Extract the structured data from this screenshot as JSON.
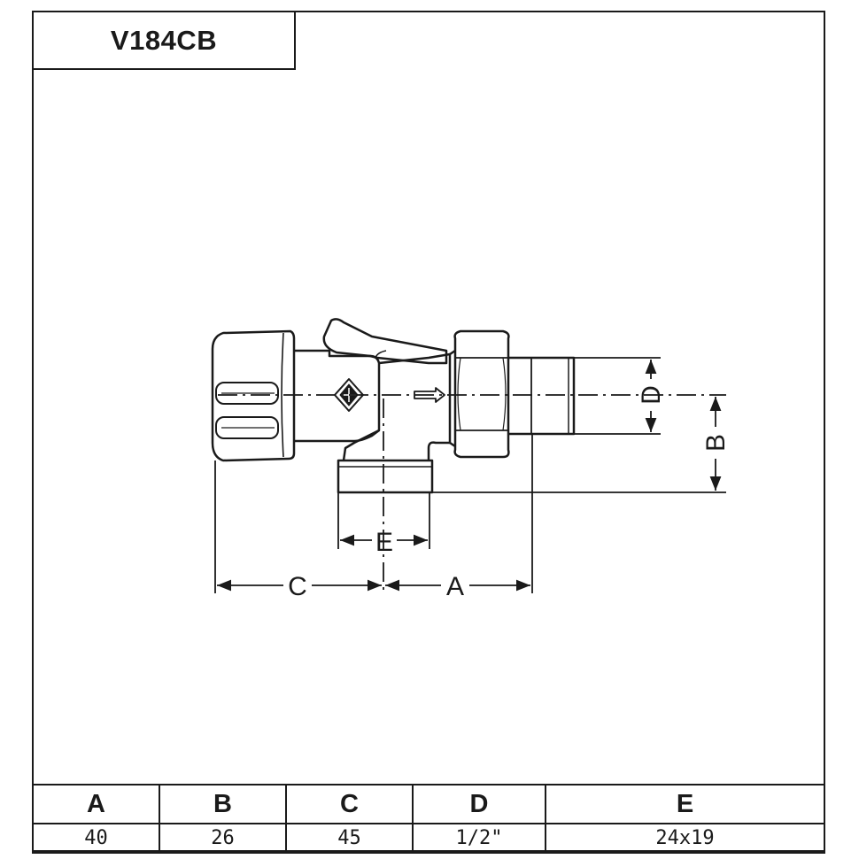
{
  "title": "V184CB",
  "dimension_labels": {
    "a": "A",
    "b": "B",
    "c": "C",
    "d": "D",
    "e": "E"
  },
  "table": {
    "headers": [
      "A",
      "B",
      "C",
      "D",
      "E"
    ],
    "values": [
      "40",
      "26",
      "45",
      "1/2\"",
      "24x19"
    ]
  }
}
